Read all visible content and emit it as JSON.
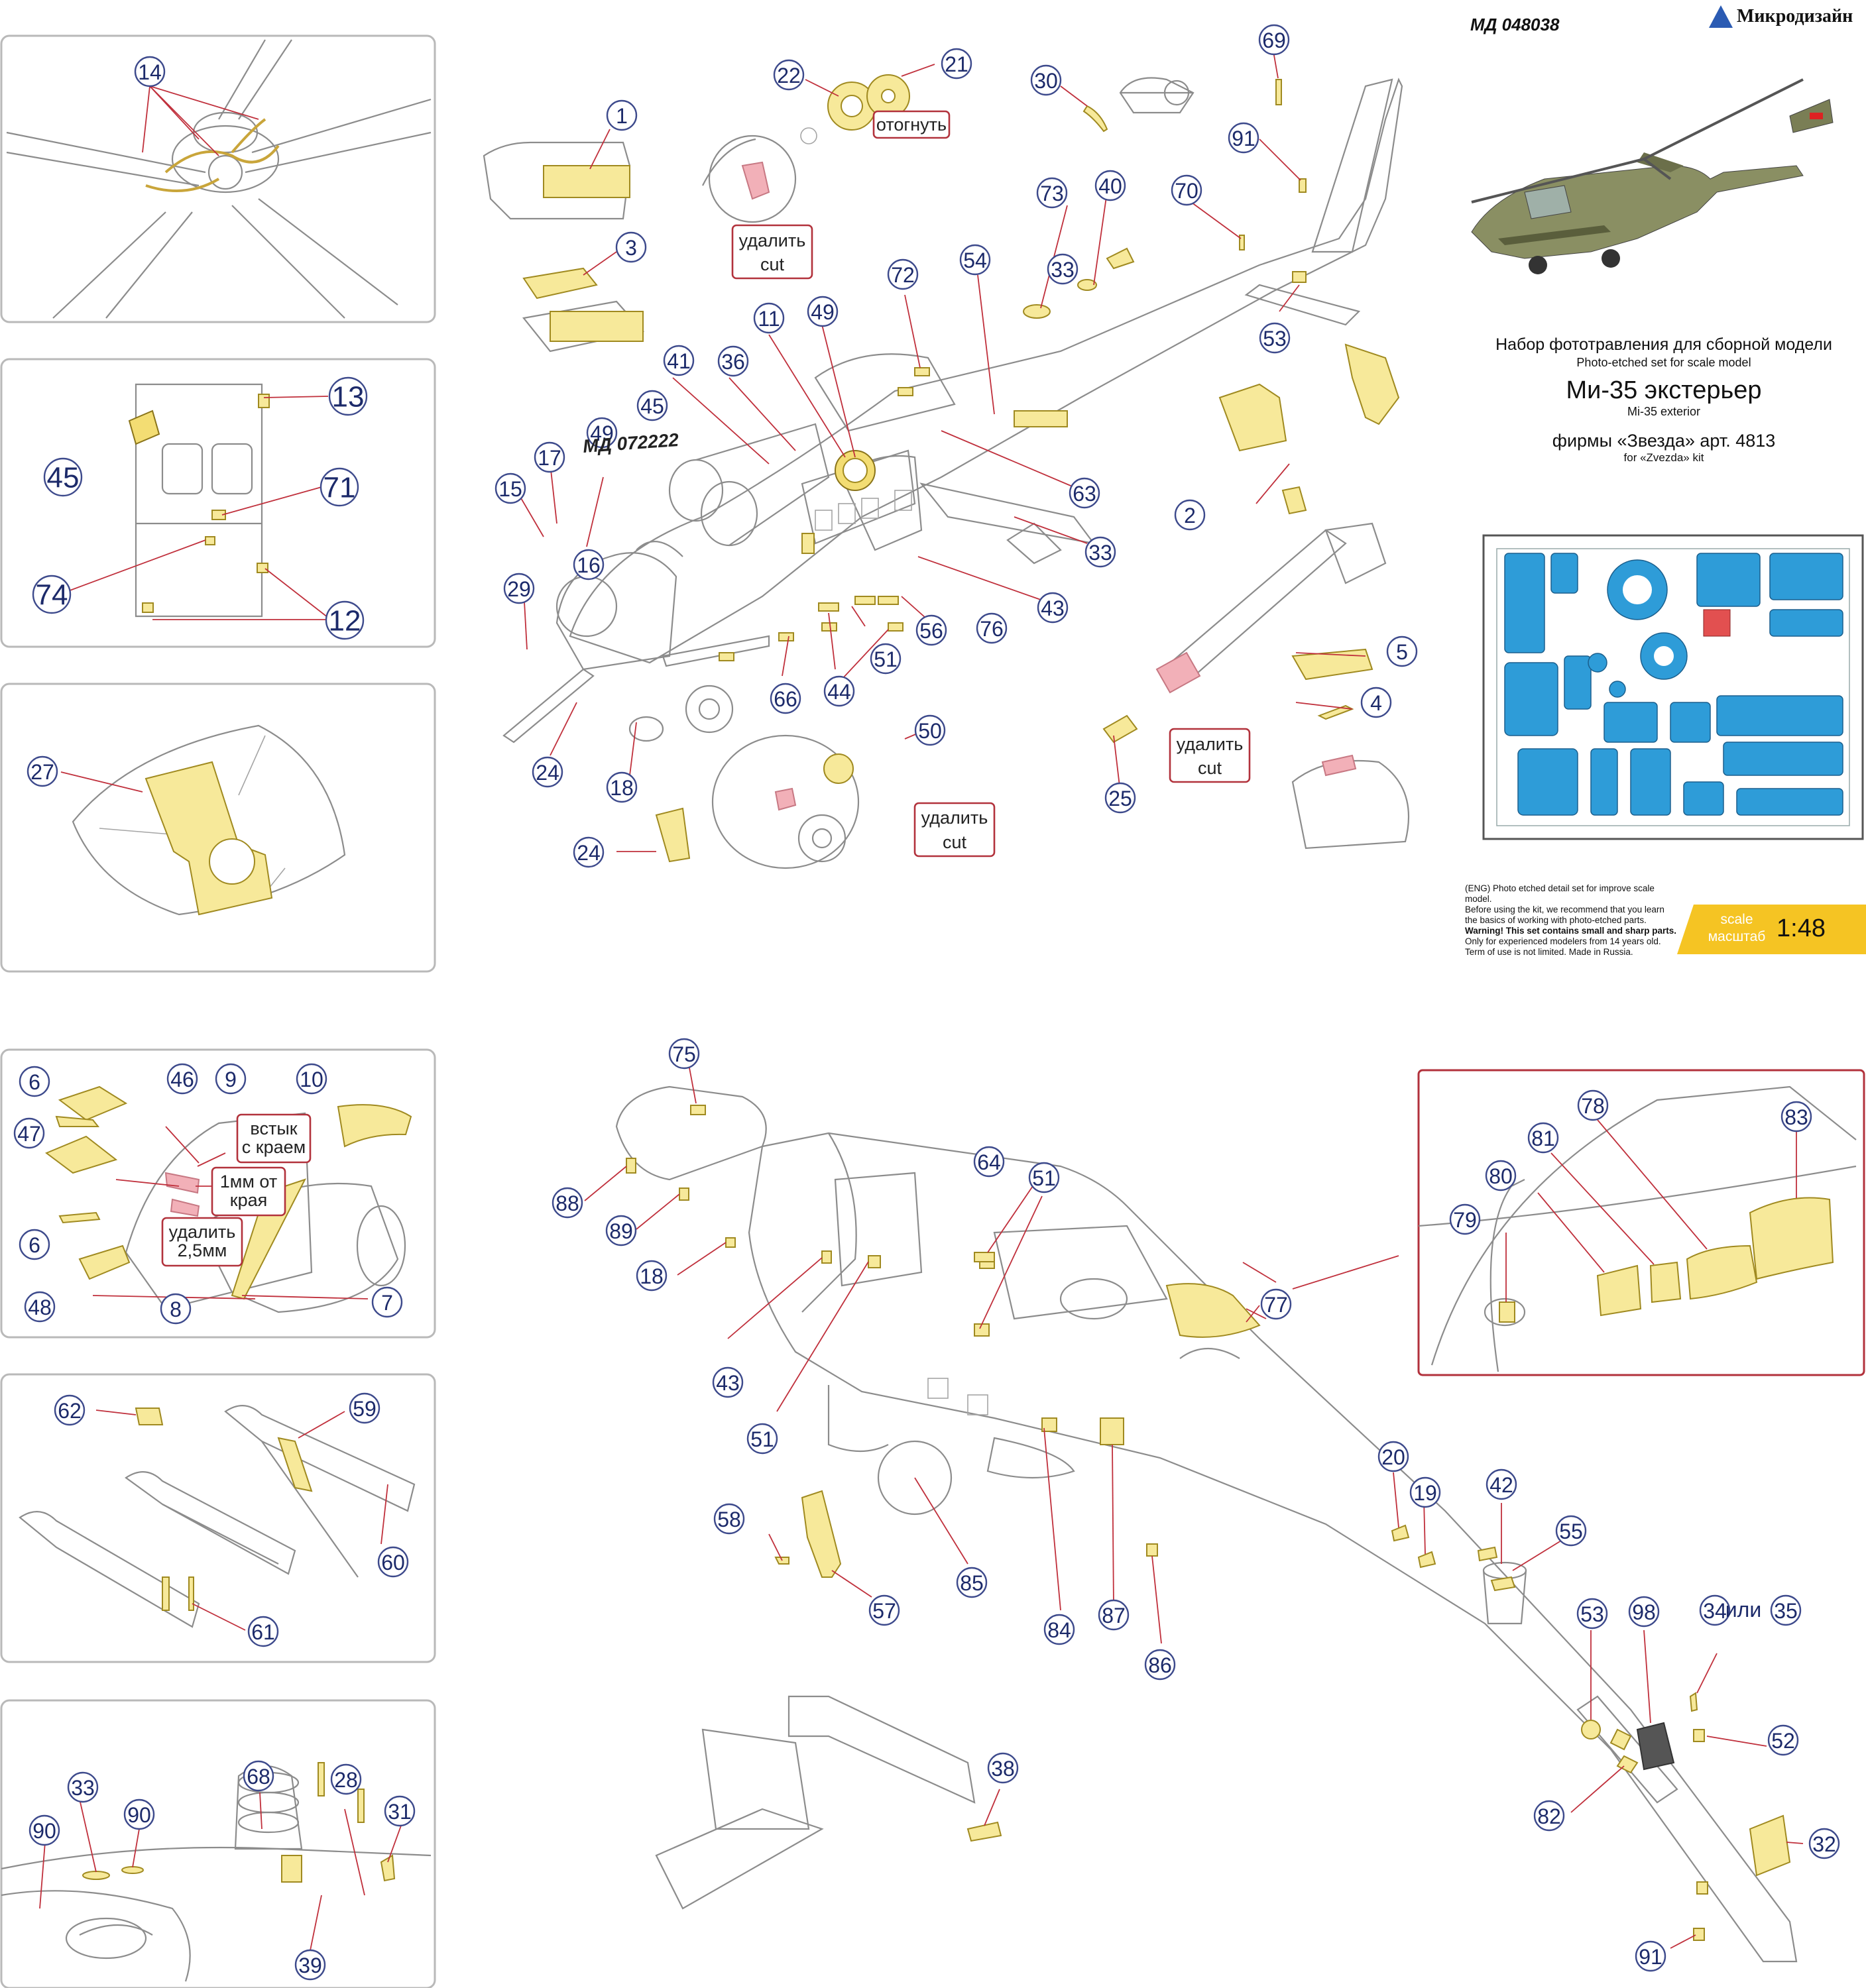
{
  "header": {
    "code_left": "МД 048038",
    "brand": "Микродизайн",
    "title_ru": "Набор фототравления для сборной модели",
    "title_en": "Photo-etched set for scale model",
    "model_ru": "Ми-35 экстерьер",
    "model_en": "Mi-35 exterior",
    "kit_ru": "фирмы «Звезда» арт. 4813",
    "kit_en": "for «Zvezda» kit",
    "secondary_code": "МД 072222"
  },
  "disclaimer": [
    "(ENG) Photo etched detail set for improve scale model.",
    "Before using the kit, we recommend that you learn",
    "the basics of working with photo-etched parts.",
    "Warning! This set contains small and sharp parts.",
    "Only for experienced modelers from 14 years old.",
    "Term of use is not limited. Made in Russia."
  ],
  "scale": {
    "label_en": "scale",
    "label_ru": "масштаб",
    "value": "1:48"
  },
  "notes": {
    "otognut": "отогнуть",
    "cut_ru": "удалить",
    "cut_en": "cut",
    "edge_ru1": "встык",
    "edge_ru2": "с краем",
    "mm_ru1": "1мм от",
    "mm_ru2": "края",
    "cut25_ru1": "удалить",
    "cut25_ru2": "2,5мм",
    "or_text": "или"
  },
  "callouts": {
    "p14": "14",
    "p13": "13",
    "p45": "45",
    "p71": "71",
    "p74": "74",
    "p12": "12",
    "p27": "27",
    "p6": "6",
    "p46": "46",
    "p9": "9",
    "p10": "10",
    "p47": "47",
    "p48": "48",
    "p8": "8",
    "p7": "7",
    "p62": "62",
    "p59": "59",
    "p60": "60",
    "p61": "61",
    "p33": "33",
    "p90": "90",
    "p68": "68",
    "p28": "28",
    "p31": "31",
    "p39": "39",
    "p22": "22",
    "p21": "21",
    "p1": "1",
    "p3": "3",
    "p30": "30",
    "p69": "69",
    "p91": "91",
    "p73": "73",
    "p40": "40",
    "p70": "70",
    "p72": "72",
    "p54": "54",
    "p11": "11",
    "p49": "49",
    "p41": "41",
    "p36": "36",
    "p53": "53",
    "p2": "2",
    "p63": "63",
    "p15": "15",
    "p17": "17",
    "p16": "16",
    "p29": "29",
    "p76": "76",
    "p43": "43",
    "p56": "56",
    "p51": "51",
    "p44": "44",
    "p66": "66",
    "p24": "24",
    "p18": "18",
    "p50": "50",
    "p5": "5",
    "p4": "4",
    "p25": "25",
    "p75": "75",
    "p64": "64",
    "p88": "88",
    "p89": "89",
    "p77": "77",
    "p58": "58",
    "p57": "57",
    "p85": "85",
    "p84": "84",
    "p87": "87",
    "p86": "86",
    "p20": "20",
    "p19": "19",
    "p42": "42",
    "p55": "55",
    "p98": "98",
    "p34": "34",
    "p35": "35",
    "p52": "52",
    "p82": "82",
    "p32": "32",
    "p38": "38",
    "p78": "78",
    "p83": "83",
    "p81": "81",
    "p80": "80",
    "p79": "79"
  },
  "colors": {
    "accent": "#3d4a8c",
    "part": "#f7e99a",
    "fret": "#2e9cd8",
    "scale_bg": "#f5c423",
    "note_border": "#b2323c"
  }
}
